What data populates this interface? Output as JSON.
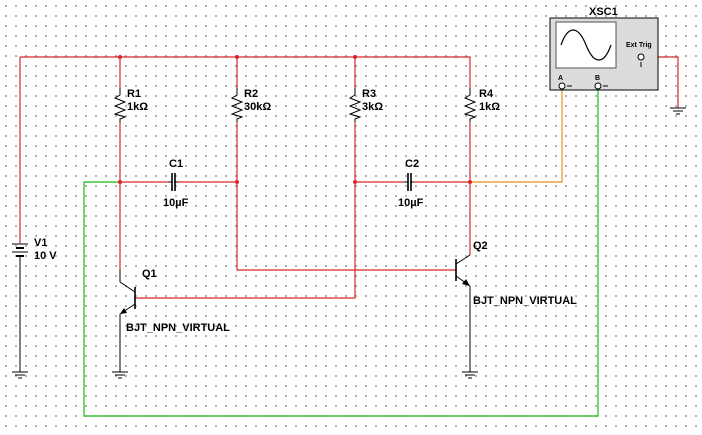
{
  "components": {
    "r1": {
      "ref": "R1",
      "value": "1kΩ"
    },
    "r2": {
      "ref": "R2",
      "value": "30kΩ"
    },
    "r3": {
      "ref": "R3",
      "value": "3kΩ"
    },
    "r4": {
      "ref": "R4",
      "value": "1kΩ"
    },
    "c1": {
      "ref": "C1",
      "value": "10µF"
    },
    "c2": {
      "ref": "C2",
      "value": "10µF"
    },
    "v1": {
      "ref": "V1",
      "value": "10 V"
    },
    "q1": {
      "ref": "Q1",
      "model": "BJT_NPN_VIRTUAL"
    },
    "q2": {
      "ref": "Q2",
      "model": "BJT_NPN_VIRTUAL"
    }
  },
  "oscilloscope": {
    "ref": "XSC1",
    "channel_a": "A",
    "channel_b": "B",
    "ext_trig": "Ext Trig"
  },
  "colors": {
    "wire_main": "#d6282a",
    "wire_channel_b": "#3bc43b",
    "wire_channel_a": "#e8a040",
    "scope_body": "#dcdcdc",
    "scope_screen": "#ffffff"
  }
}
